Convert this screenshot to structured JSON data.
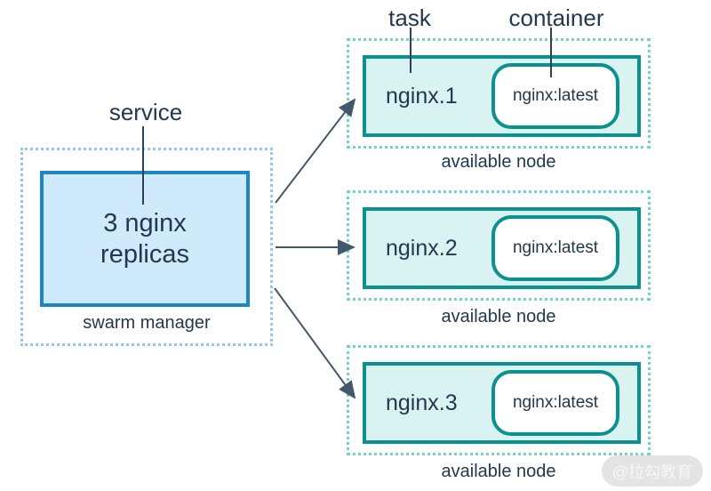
{
  "labels": {
    "service": "service",
    "task": "task",
    "container": "container",
    "swarm_manager": "swarm manager"
  },
  "service_box": {
    "text": "3 nginx replicas"
  },
  "nodes": [
    {
      "task_name": "nginx.1",
      "container_image": "nginx:latest",
      "caption": "available node"
    },
    {
      "task_name": "nginx.2",
      "container_image": "nginx:latest",
      "caption": "available node"
    },
    {
      "task_name": "nginx.3",
      "container_image": "nginx:latest",
      "caption": "available node"
    }
  ],
  "watermark": "@拉勾教育",
  "colors": {
    "service_border": "#1b87c9",
    "service_fill": "#cfeafa",
    "service_dotted_border": "#8ec8ea",
    "node_border": "#0d918e",
    "node_fill": "#d9f3f2",
    "node_dotted_border": "#74d2cb",
    "text": "#22384f",
    "pointer_line": "#2e4156",
    "arrow": "#41586d",
    "watermark_bg": "#e4e4e4",
    "watermark_text": "#f7f7f7"
  }
}
